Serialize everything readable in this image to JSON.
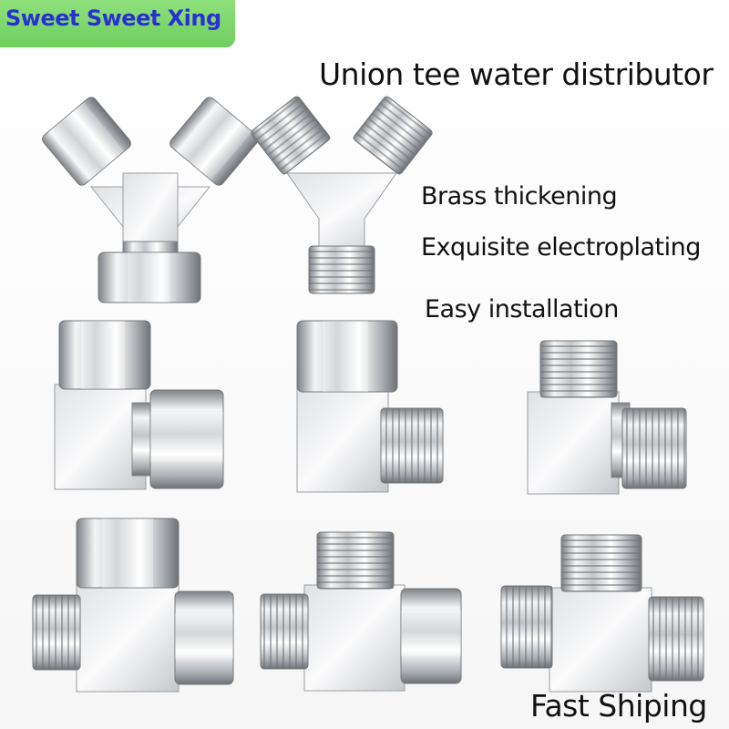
{
  "brand": {
    "label": "Sweet Sweet Xing",
    "background": "#7ad86a",
    "text_color": "#2a2fd0"
  },
  "title": "Union tee water distributor",
  "features": [
    "Brass thickening",
    "Exquisite electroplating",
    "Easy installation"
  ],
  "shipping_label": "Fast Shiping",
  "products": [
    {
      "name": "y-tee-female-nuts"
    },
    {
      "name": "y-tee-male-threads"
    },
    {
      "name": "elbow-double-female"
    },
    {
      "name": "elbow-female-male"
    },
    {
      "name": "elbow-double-male"
    },
    {
      "name": "tee-female-top-mixed"
    },
    {
      "name": "tee-male-top-female-right"
    },
    {
      "name": "tee-all-male"
    }
  ]
}
